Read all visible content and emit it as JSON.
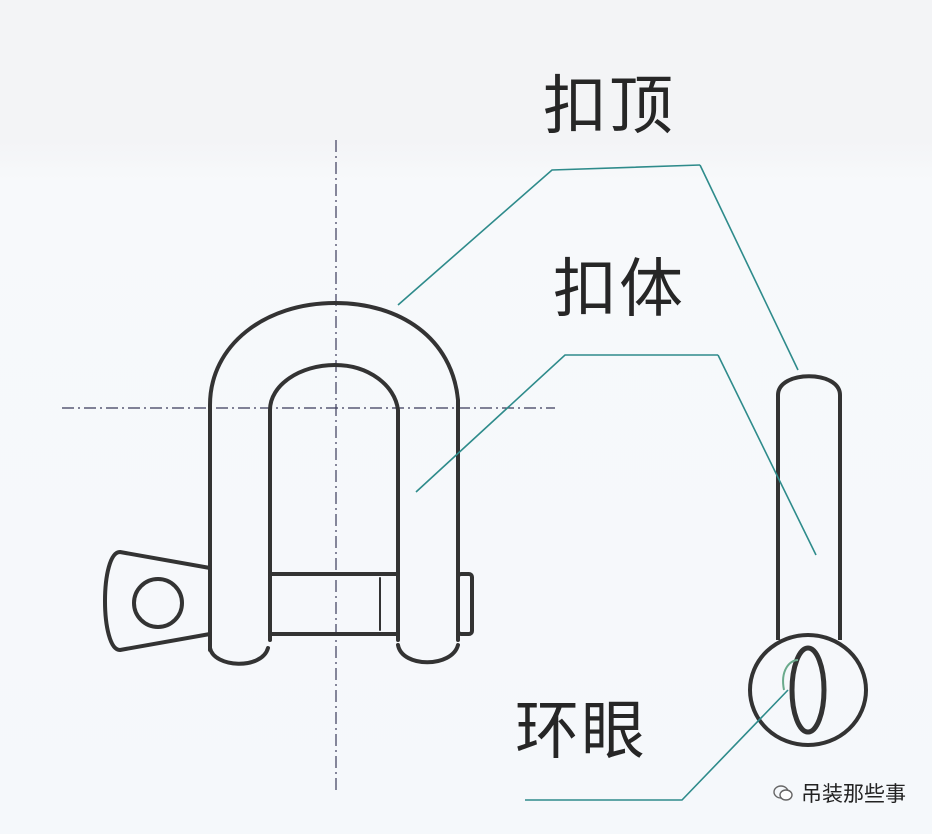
{
  "labels": {
    "top": "扣顶",
    "body": "扣体",
    "eye": "环眼"
  },
  "watermark": {
    "text": "吊装那些事",
    "icon": "wechat-icon"
  },
  "colors": {
    "outline": "#333333",
    "leader": "#2e8b8b",
    "centerline": "#3a3a5a",
    "text": "#262626"
  }
}
